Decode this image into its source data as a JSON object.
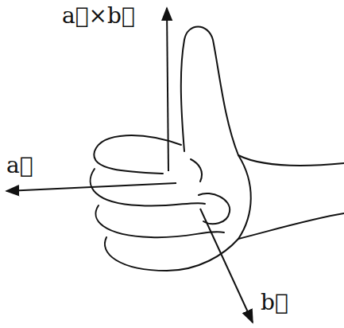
{
  "diagram": {
    "labels": [
      "a⃗×b⃗",
      "a⃗",
      "b⃗"
    ]
  }
}
